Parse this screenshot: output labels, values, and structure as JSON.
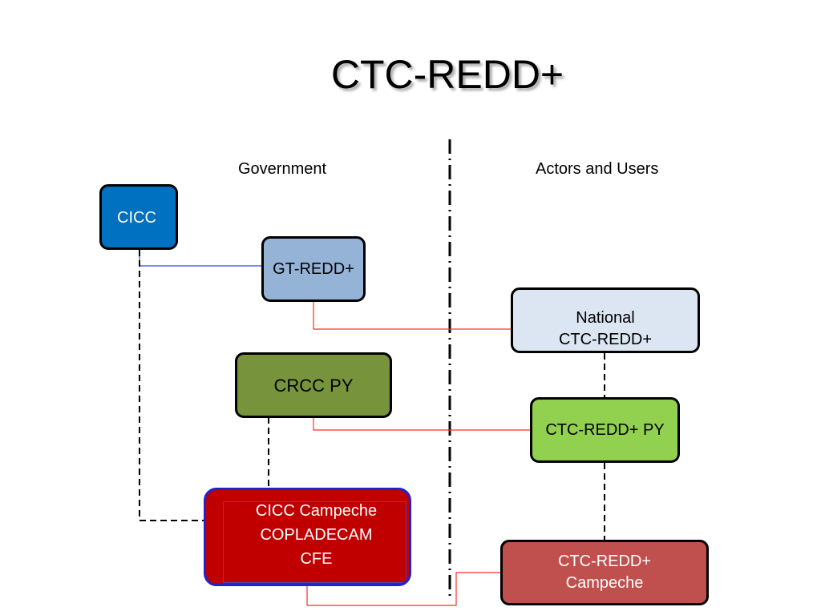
{
  "title": "CTC-REDD+",
  "columns": {
    "left": "Government",
    "right": "Actors and Users"
  },
  "nodes": {
    "cicc": {
      "label": "CICC",
      "fill": "#0070c0",
      "text_color": "#ffffff"
    },
    "gt_redd": {
      "label": "GT-REDD+",
      "fill": "#95b3d7",
      "text_color": "#000000"
    },
    "crcc_py": {
      "label": "CRCC PY",
      "fill": "#77933c",
      "text_color": "#000000"
    },
    "cicc_campeche": {
      "label": "CICC Campeche\nCOPLADECAM\nCFE",
      "fill": "#c00000",
      "text_color": "#ffffff",
      "border": "#2222cc"
    },
    "national": {
      "label": "National\nCTC-REDD+",
      "fill": "#dce6f2",
      "text_color": "#000000"
    },
    "ctc_py": {
      "label": "CTC-REDD+ PY",
      "fill": "#92d050",
      "text_color": "#000000"
    },
    "ctc_campeche": {
      "label": "CTC-REDD+\nCampeche",
      "fill": "#c0504d",
      "text_color": "#ffffff"
    }
  },
  "colors": {
    "blue_link": "#3b3bff",
    "red_link": "#ff2b2b",
    "dashed": "#000000"
  }
}
